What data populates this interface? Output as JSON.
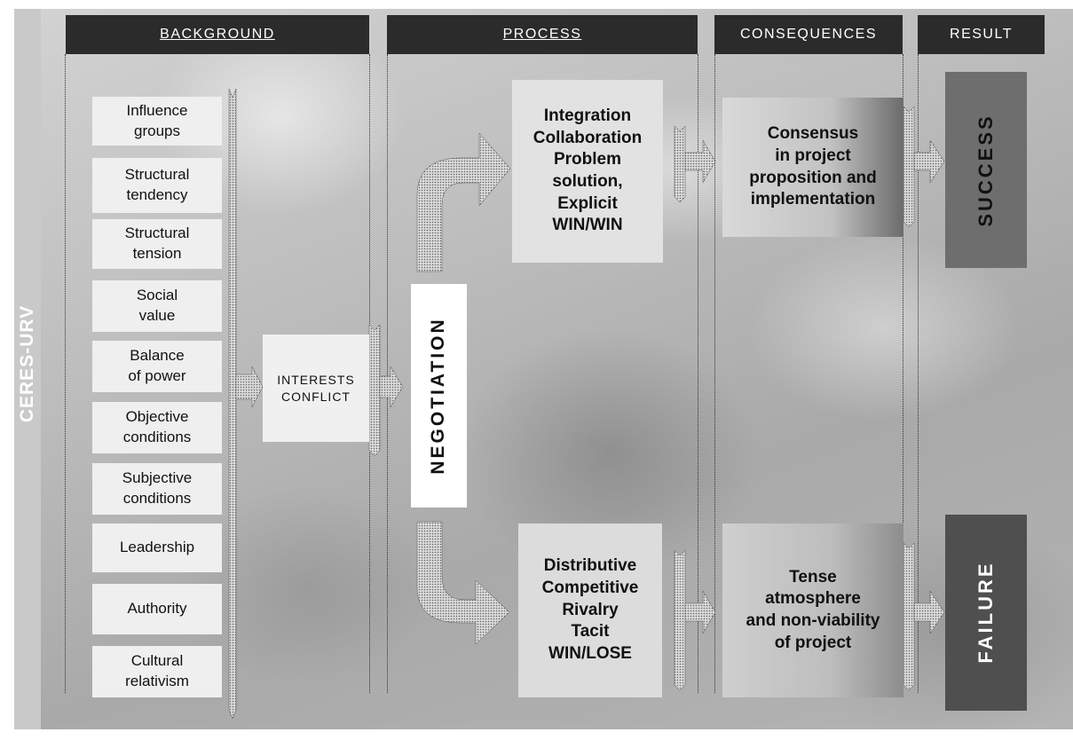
{
  "sidebar": {
    "label": "CERES-URV"
  },
  "headers": {
    "background": "BACKGROUND",
    "process": "PROCESS",
    "consequences": "CONSEQUENCES",
    "result": "RESULT"
  },
  "background_factors": [
    "Influence\ngroups",
    "Structural\ntendency",
    "Structural\ntension",
    "Social\nvalue",
    "Balance\nof power",
    "Objective\nconditions",
    "Subjective\nconditions",
    "Leadership",
    "Authority",
    "Cultural\nrelativism"
  ],
  "conflict": {
    "label": "INTERESTS\nCONFLICT"
  },
  "negotiation": {
    "label": "NEGOTIATION"
  },
  "process": {
    "integrative": "Integration\nCollaboration\nProblem\nsolution,\nExplicit\nWIN/WIN",
    "distributive": "Distributive\nCompetitive\nRivalry\nTacit\nWIN/LOSE"
  },
  "consequences": {
    "positive": "Consensus\nin project\nproposition and\nimplementation",
    "negative": "Tense\natmosphere\nand non-viability\nof project"
  },
  "results": {
    "success": "SUCCESS",
    "failure": "FAILURE"
  },
  "colors": {
    "header_bg": "#2b2b2b",
    "success_bg": "#6e6e6e",
    "failure_bg": "#4f4f4f",
    "sidebar_bg": "#c9c9c9"
  }
}
